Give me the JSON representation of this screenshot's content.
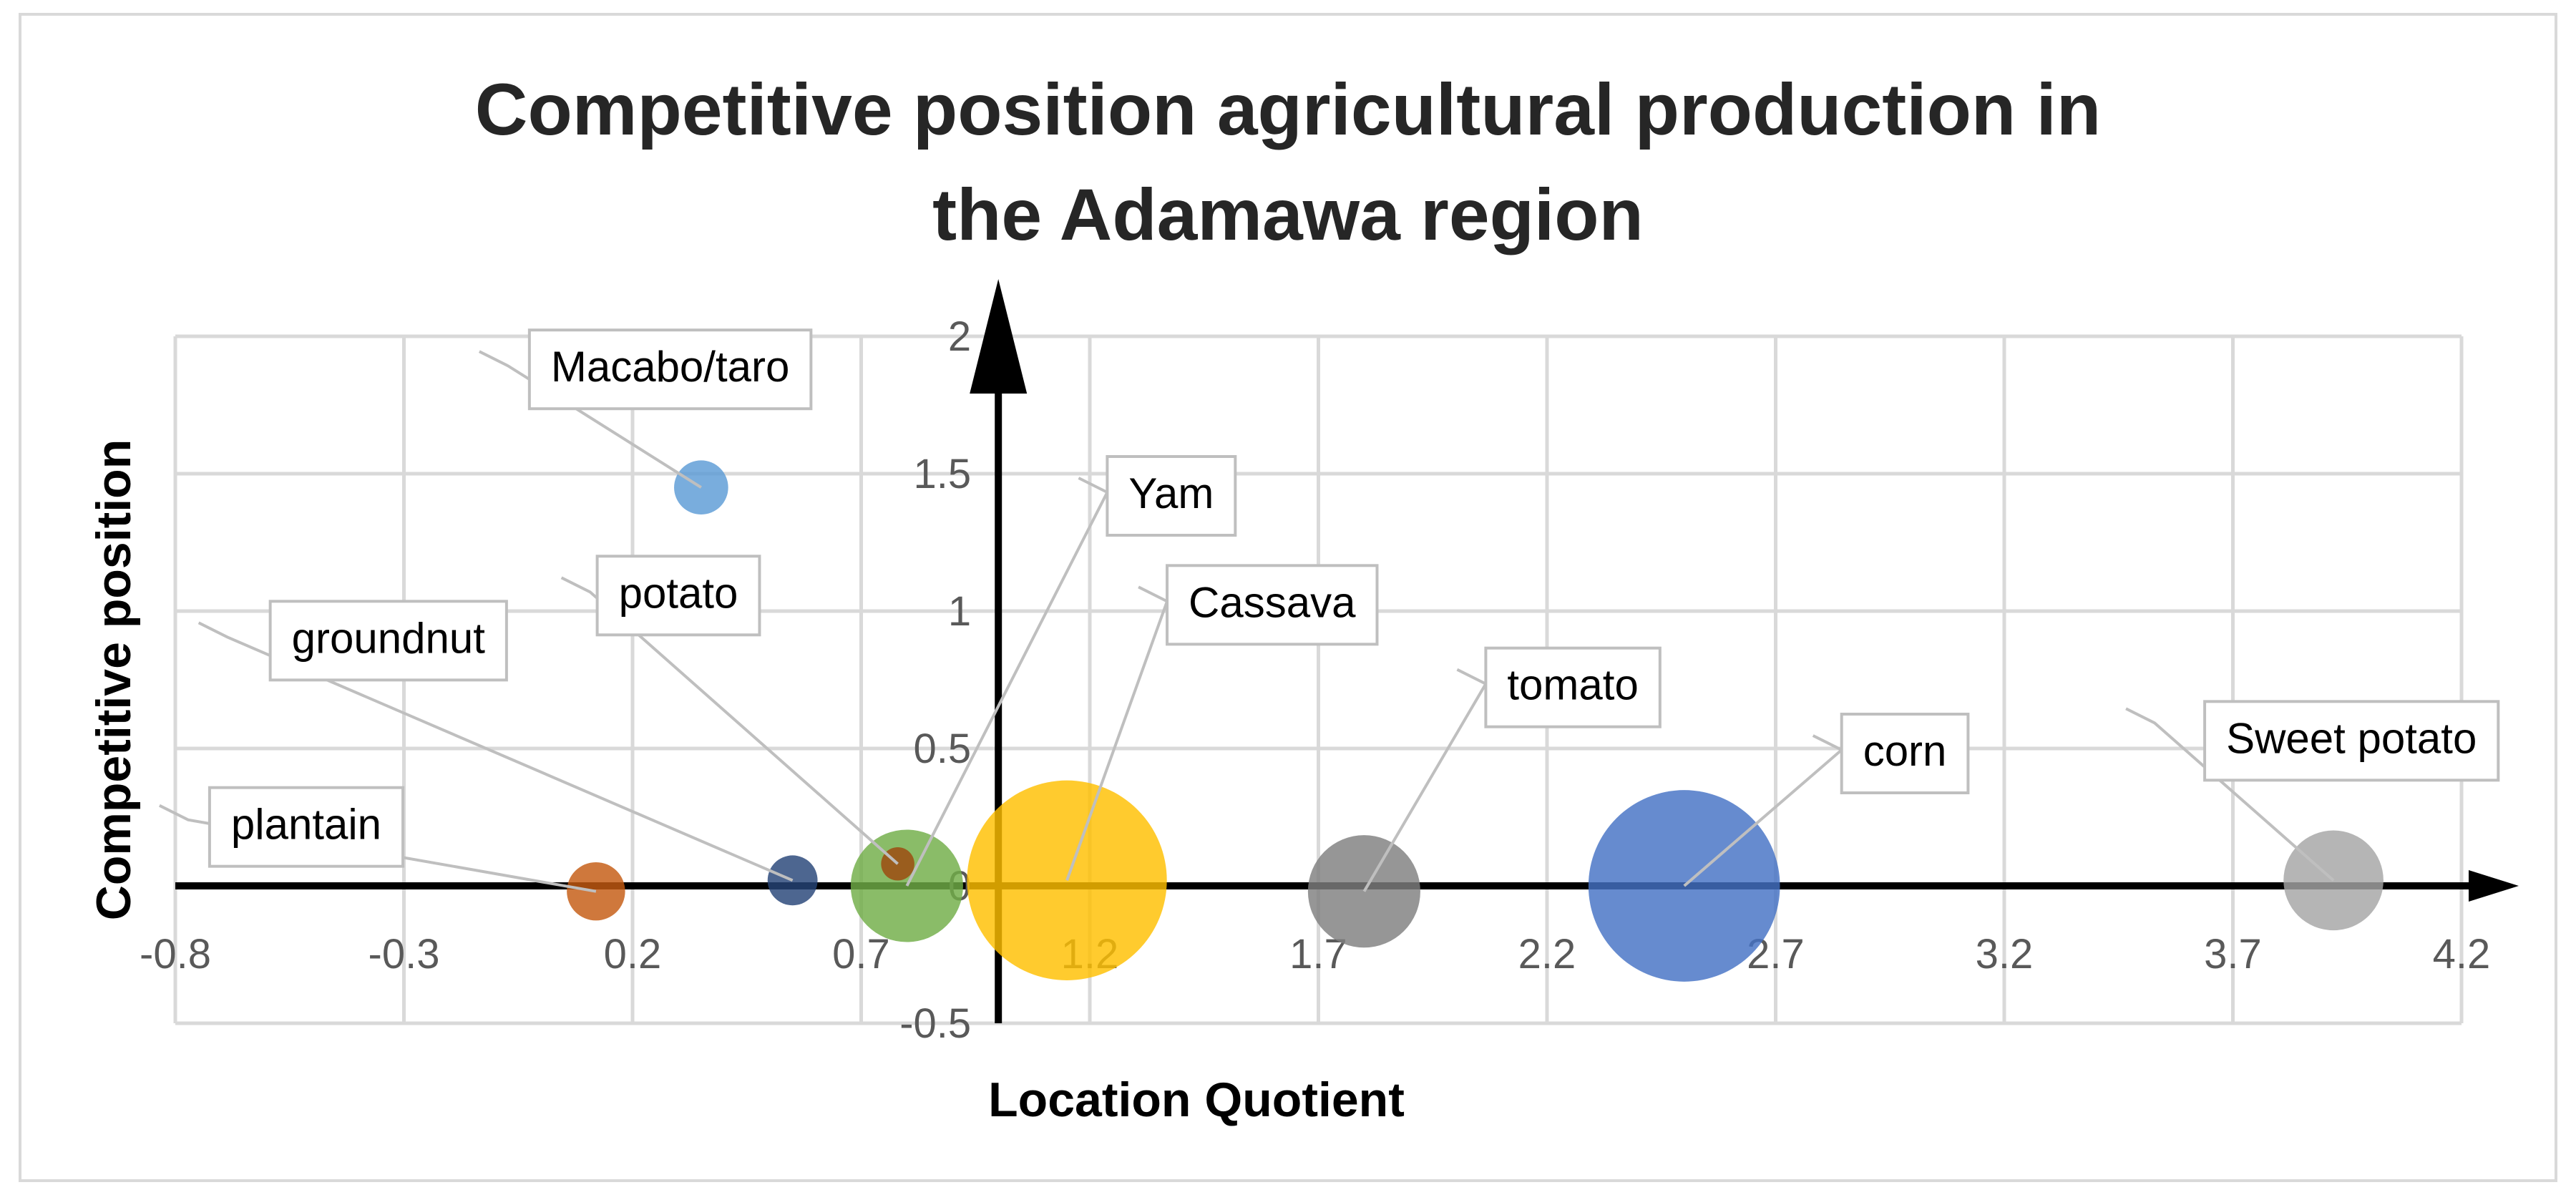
{
  "chart_data": {
    "type": "bubble",
    "title": "Competitive position agricultural production in the Adamawa region",
    "xlabel": "Location Quotient",
    "ylabel": "Competitive position",
    "xlim": [
      -0.8,
      4.2
    ],
    "ylim": [
      -0.5,
      2
    ],
    "x_ticks": [
      "-0.8",
      "-0.3",
      "0.2",
      "0.7",
      "1.2",
      "1.7",
      "2.2",
      "2.7",
      "3.2",
      "3.7",
      "4.2"
    ],
    "y_ticks": [
      "-0.5",
      "0",
      "0.5",
      "1",
      "1.5",
      "2"
    ],
    "grid": true,
    "legend": "none",
    "series": [
      {
        "name": "Macabo/taro",
        "x": 0.35,
        "y": 1.45,
        "size": 0.13,
        "color": "#5b9bd5"
      },
      {
        "name": "groundnut",
        "x": 0.55,
        "y": 0.02,
        "size": 0.12,
        "color": "#264478"
      },
      {
        "name": "potato",
        "x": 0.78,
        "y": 0.08,
        "size": 0.08,
        "color": "#9e480e"
      },
      {
        "name": "plantain",
        "x": 0.12,
        "y": -0.02,
        "size": 0.14,
        "color": "#c55a11"
      },
      {
        "name": "Yam",
        "x": 0.8,
        "y": 0.0,
        "size": 0.27,
        "color": "#70ad47"
      },
      {
        "name": "Cassava",
        "x": 1.15,
        "y": 0.02,
        "size": 0.48,
        "color": "#ffc000"
      },
      {
        "name": "tomato",
        "x": 1.8,
        "y": -0.02,
        "size": 0.27,
        "color": "#7f7f7f"
      },
      {
        "name": "corn",
        "x": 2.5,
        "y": 0.0,
        "size": 0.46,
        "color": "#4472c4"
      },
      {
        "name": "Sweet potato",
        "x": 3.92,
        "y": 0.02,
        "size": 0.24,
        "color": "#a5a5a5"
      }
    ]
  }
}
